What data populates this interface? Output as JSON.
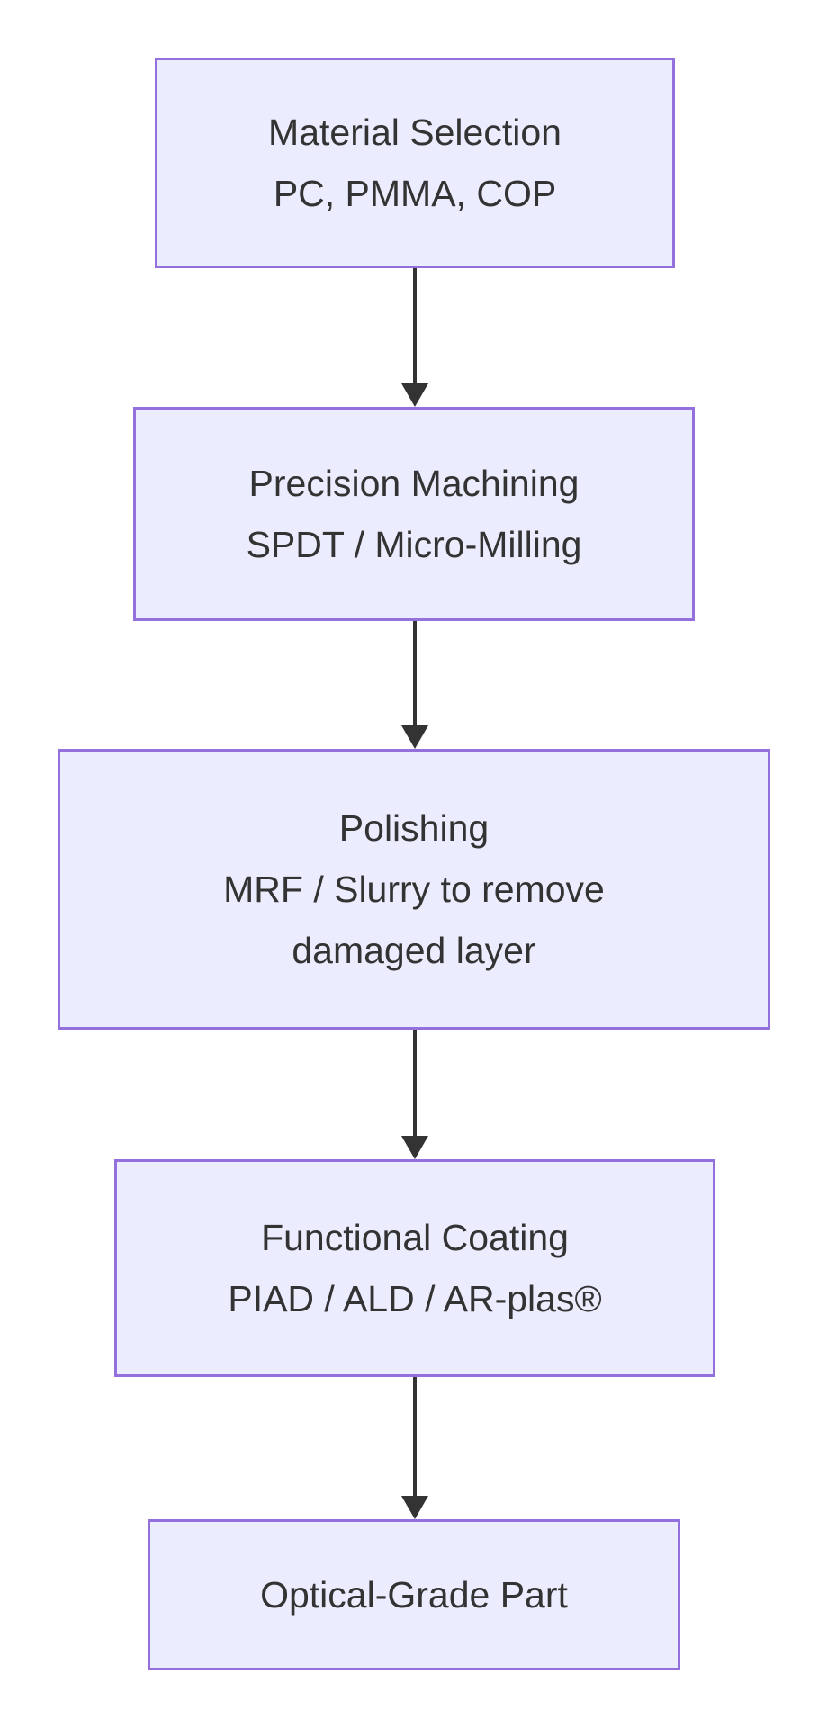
{
  "diagram": {
    "type": "flowchart",
    "direction": "top-down",
    "colors": {
      "background": "#ffffff",
      "node_fill": "#ECECFF",
      "node_border": "#9370DB",
      "text": "#333333",
      "arrow": "#333333"
    },
    "nodes": [
      {
        "id": "material-selection",
        "lines": [
          "Material Selection",
          "PC, PMMA, COP"
        ]
      },
      {
        "id": "precision-machining",
        "lines": [
          "Precision Machining",
          "SPDT / Micro-Milling"
        ]
      },
      {
        "id": "polishing",
        "lines": [
          "Polishing",
          "MRF / Slurry to remove",
          "damaged layer"
        ]
      },
      {
        "id": "functional-coating",
        "lines": [
          "Functional Coating",
          "PIAD / ALD / AR-plas®"
        ]
      },
      {
        "id": "optical-grade-part",
        "lines": [
          "Optical-Grade Part"
        ]
      }
    ],
    "edges": [
      {
        "from": "material-selection",
        "to": "precision-machining"
      },
      {
        "from": "precision-machining",
        "to": "polishing"
      },
      {
        "from": "polishing",
        "to": "functional-coating"
      },
      {
        "from": "functional-coating",
        "to": "optical-grade-part"
      }
    ]
  }
}
